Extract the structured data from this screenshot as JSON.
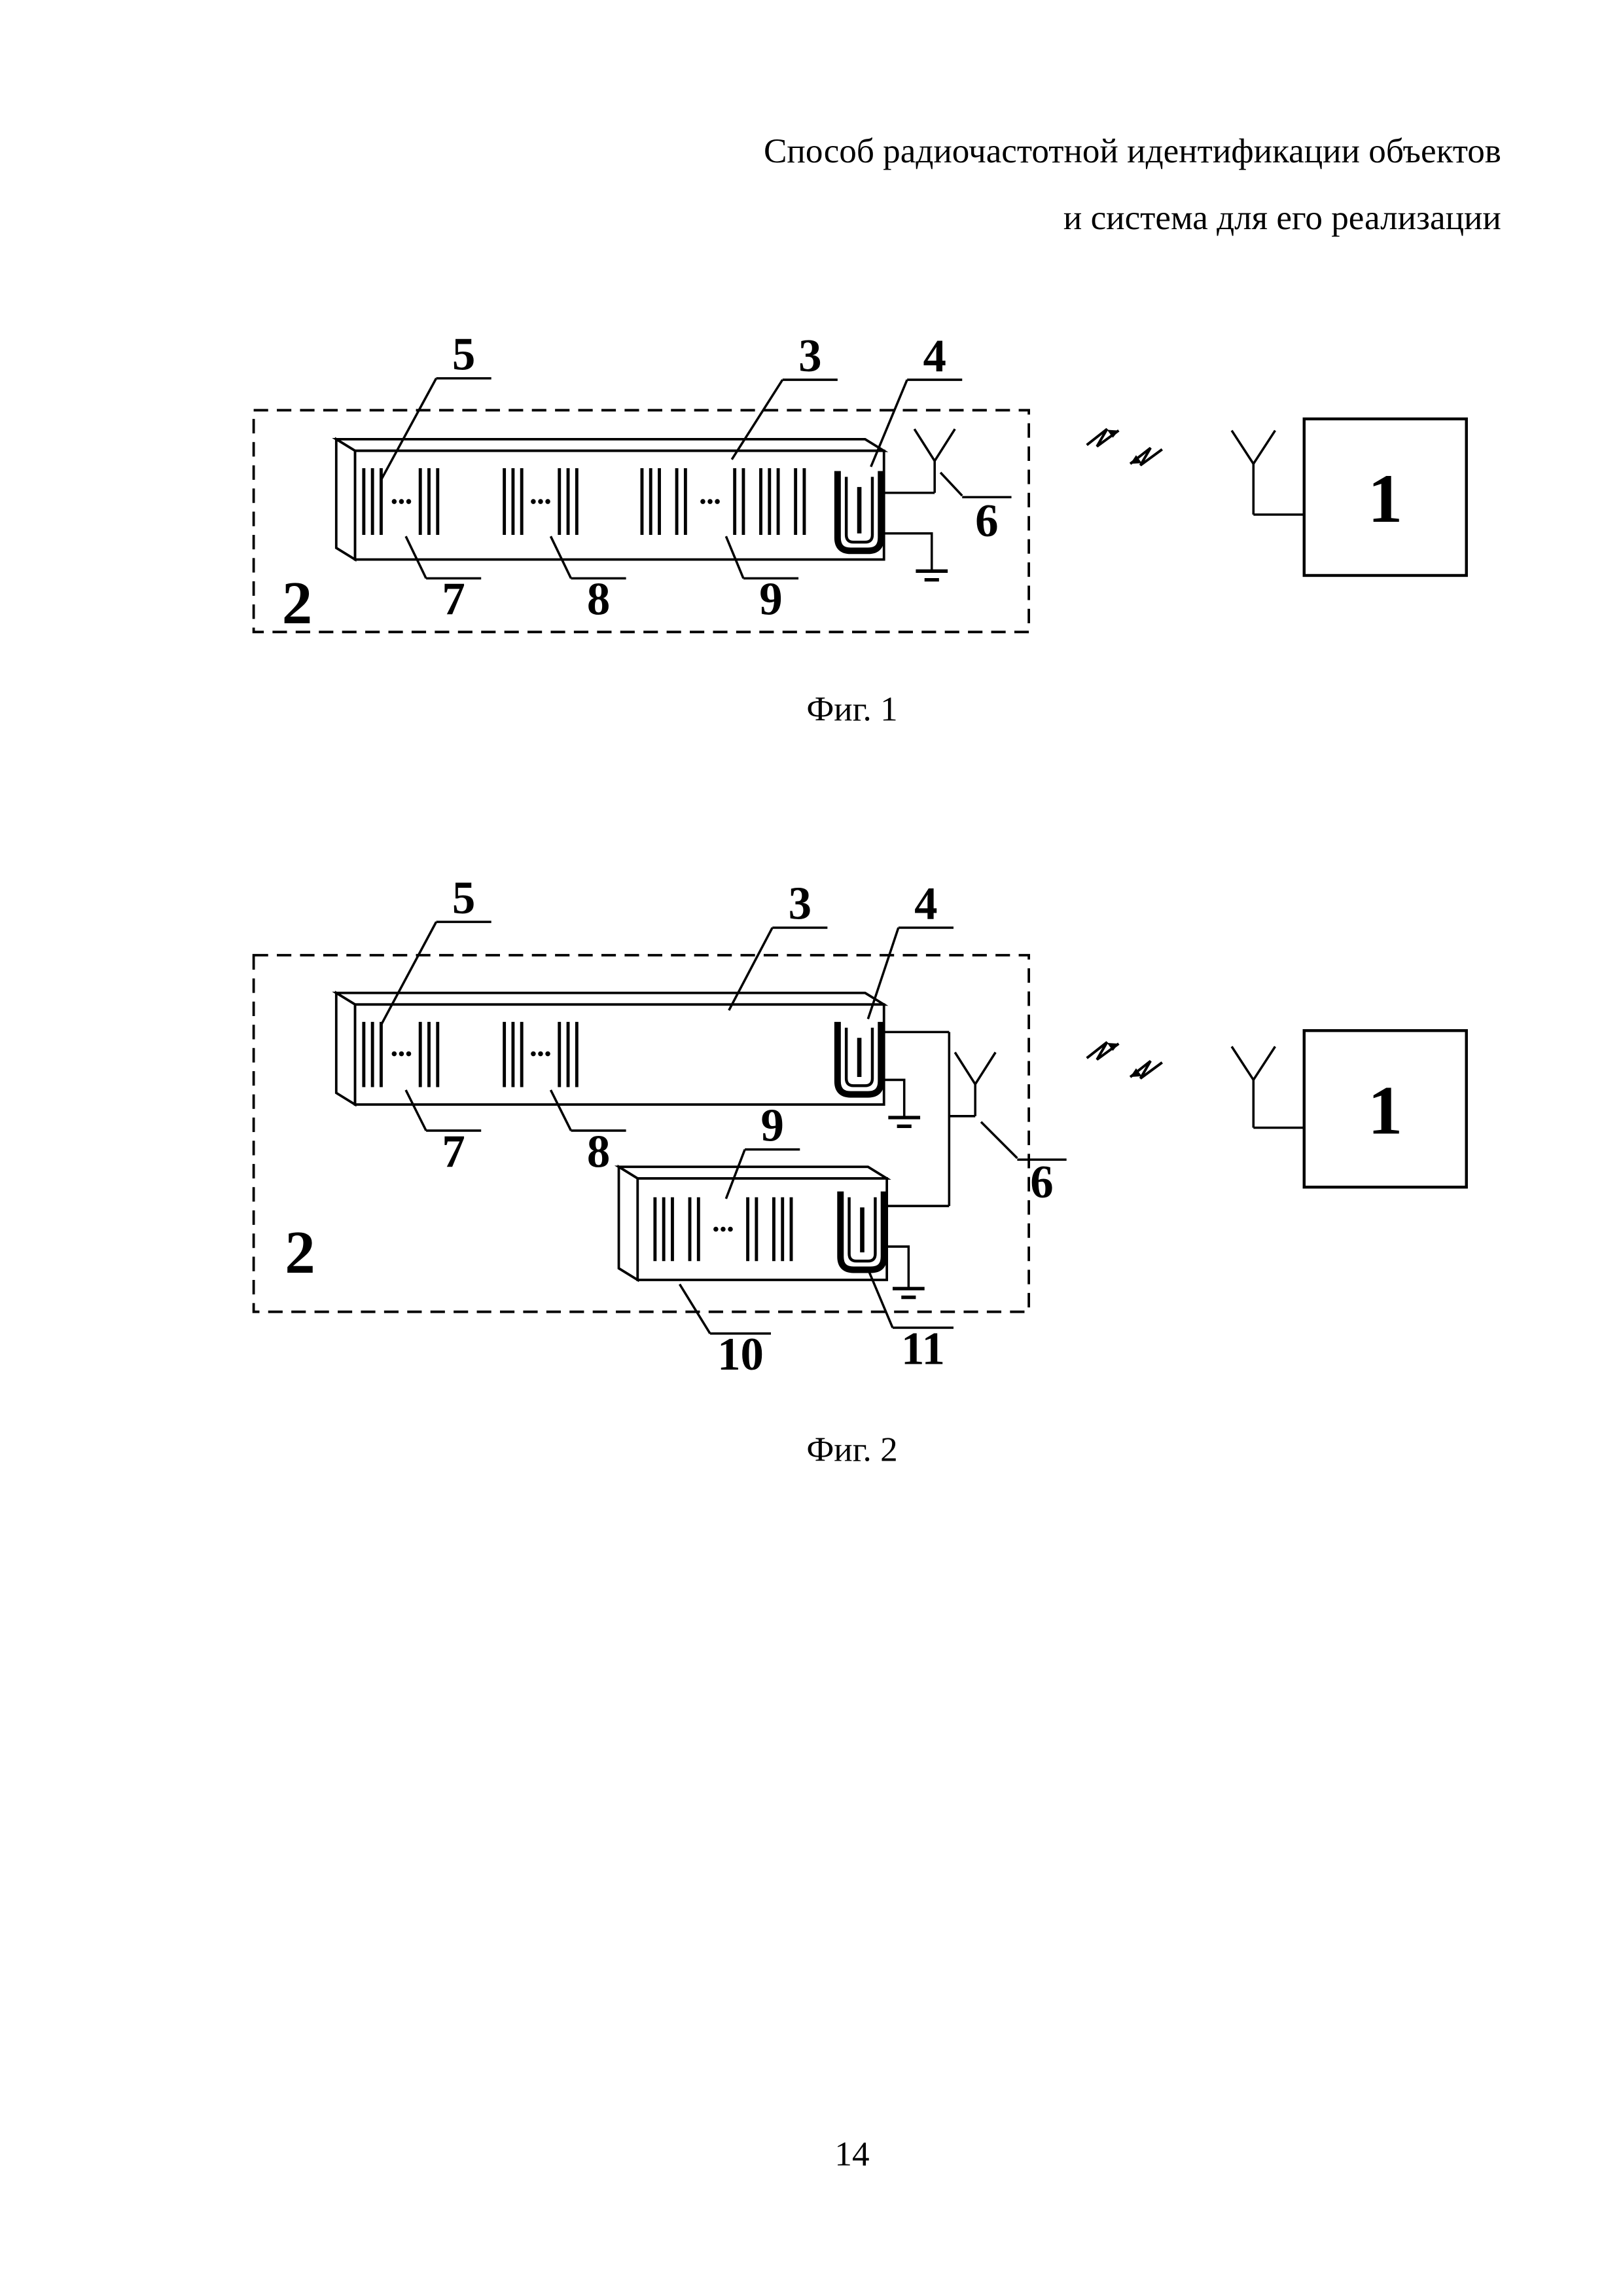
{
  "page": {
    "title_line1": "Способ радиочастотной идентификации объектов",
    "title_line2": "и система для его реализации",
    "page_number": "14"
  },
  "fig1": {
    "caption": "Фиг. 1",
    "labels": {
      "reader": "1",
      "identifier": "2",
      "substrate": "3",
      "idt": "4",
      "grating_top": "5",
      "antenna": "6",
      "grating1": "7",
      "grating2": "8",
      "grating3": "9"
    }
  },
  "fig2": {
    "caption": "Фиг. 2",
    "labels": {
      "reader": "1",
      "identifier": "2",
      "substrate": "3",
      "idt": "4",
      "grating_top": "5",
      "antenna": "6",
      "grating1": "7",
      "grating2": "8",
      "grating3": "9",
      "substrate2": "10",
      "idt2": "11"
    }
  }
}
